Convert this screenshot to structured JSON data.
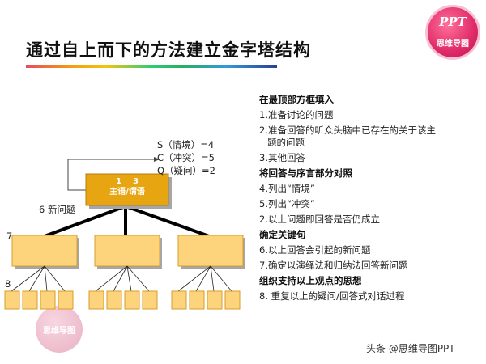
{
  "slide": {
    "title": "通过自上而下的方法建立金字塔结构"
  },
  "brand": {
    "logo_text": "PPT",
    "name": "思维导图"
  },
  "watermark": {
    "text": "思维导图"
  },
  "diagram": {
    "top_box": {
      "numbers": "1    3",
      "label": "主语/谓语"
    },
    "sqc": [
      "S（情境）=4",
      "C（冲突）=5",
      "Q（疑问）=2"
    ],
    "new_question": "6 新问题",
    "level_markers": [
      "7",
      "8"
    ]
  },
  "steps": [
    {
      "text": "在最顶部方框填入",
      "kind": "heading"
    },
    {
      "text": "1.准备讨论的问题",
      "kind": "item"
    },
    {
      "text": "2.准备回答的听众头脑中已存在的关于该主",
      "cont": "题的问题",
      "kind": "item"
    },
    {
      "text": "3.其他回答",
      "kind": "item"
    },
    {
      "text": "将回答与序言部分对照",
      "kind": "heading"
    },
    {
      "text": "4.列出“情境”",
      "kind": "item"
    },
    {
      "text": "5.列出“冲突”",
      "kind": "item"
    },
    {
      "text": "2.以上问题即回答是否仍成立",
      "kind": "item"
    },
    {
      "text": "确定关键句",
      "kind": "heading"
    },
    {
      "text": "6.以上回答会引起的新问题",
      "kind": "item"
    },
    {
      "text": "7.确定以演绎法和归纳法回答新问题",
      "kind": "item"
    },
    {
      "text": "组织支持以上观点的思想",
      "kind": "heading"
    },
    {
      "text": "8. 重复以上的疑问/回答式对话过程",
      "kind": "item"
    }
  ],
  "caption": "头条 @思维导图PPT",
  "colors": {
    "box_fill": "#fdd47c",
    "box_stroke": "#d79c2e",
    "top_box_fill": "#e7a511",
    "line": "#000000",
    "connector": "#444444"
  }
}
